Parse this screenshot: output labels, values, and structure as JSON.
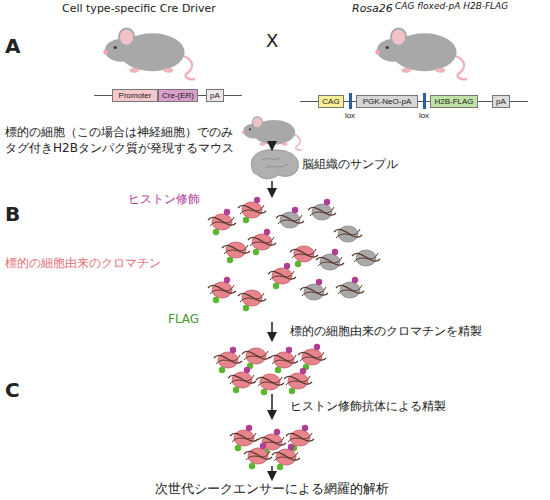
{
  "diagram": {
    "nodes": [
      {
        "text": [
          "Promoter"
        ]
      },
      {
        "text": [
          "Cre-(ER)"
        ]
      },
      {
        "text": [
          "pA"
        ]
      },
      {
        "text": [
          "CAG"
        ]
      },
      {
        "text": [
          "PGK-NeO-pA"
        ]
      },
      {
        "text": [
          "H2B-FLAG"
        ]
      },
      {
        "text": [
          "pA"
        ]
      }
    ],
    "labels": [
      "Cell type-specific Cre Driver",
      "Rosa26",
      "CAG floxed-pA H2B-FLAG",
      "X",
      "lox",
      "lox",
      "A",
      "標的の細胞（この場合は神経細胞）でのみ タグ付きH2Bタンパク質が発現するマウス",
      "脳組織のサンプル",
      "B",
      "ヒストン修飾",
      "標的の細胞由来のクロマチン",
      "FLAG",
      "標的の細胞由来のクロマチンを精製",
      "C",
      "ヒストン修飾抗体による精製",
      "次世代シークエンサーによる網羅的解析"
    ]
  }
}
